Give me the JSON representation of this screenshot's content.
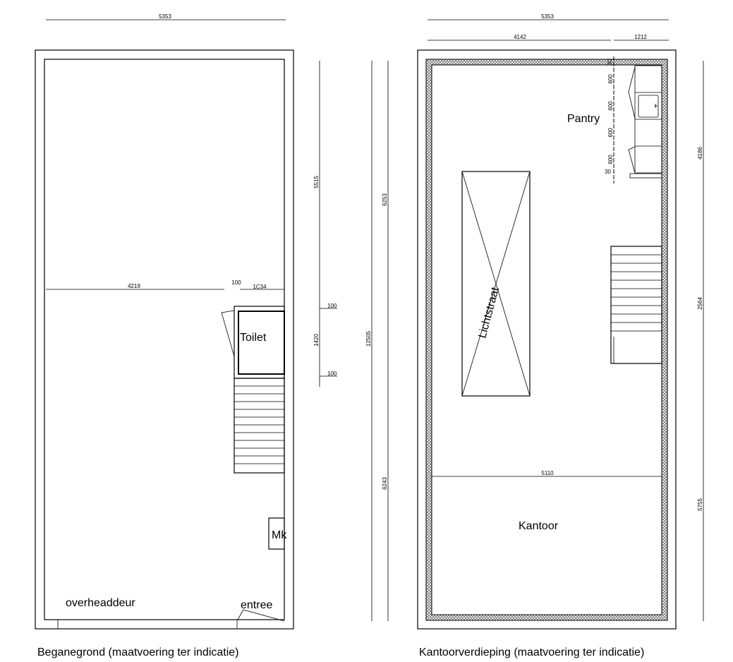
{
  "ground_floor": {
    "caption": "Beganegrond (maatvoering ter indicatie)",
    "rooms": {
      "toilet": "Toilet",
      "meter": "Mk",
      "overhead_door": "overheaddeur",
      "entrance": "entree"
    },
    "dims": {
      "width_total": "5353",
      "width_left": "4219",
      "gap": "100",
      "toilet_width": "1C34",
      "depth_front": "5515",
      "toilet_wall_top": "100",
      "toilet_depth": "1420",
      "toilet_wall_bottom": "100"
    }
  },
  "shared_dims": {
    "total_length": "12505",
    "upper_length": "6253",
    "lower_length": "6243"
  },
  "office_floor": {
    "caption": "Kantoorverdieping (maatvoering ter indicatie)",
    "rooms": {
      "pantry": "Pantry",
      "skylight": "Lichtstraat",
      "office": "Kantoor"
    },
    "dims": {
      "width_total": "5353",
      "width_left": "4142",
      "width_right": "1212",
      "office_width": "5110",
      "right_top": "4186",
      "right_mid": "2564",
      "right_bottom": "5755",
      "pantry_top": "30",
      "pantry_1": "600",
      "pantry_2": "600",
      "pantry_3": "600",
      "pantry_4": "600",
      "pantry_bottom": "30"
    }
  }
}
